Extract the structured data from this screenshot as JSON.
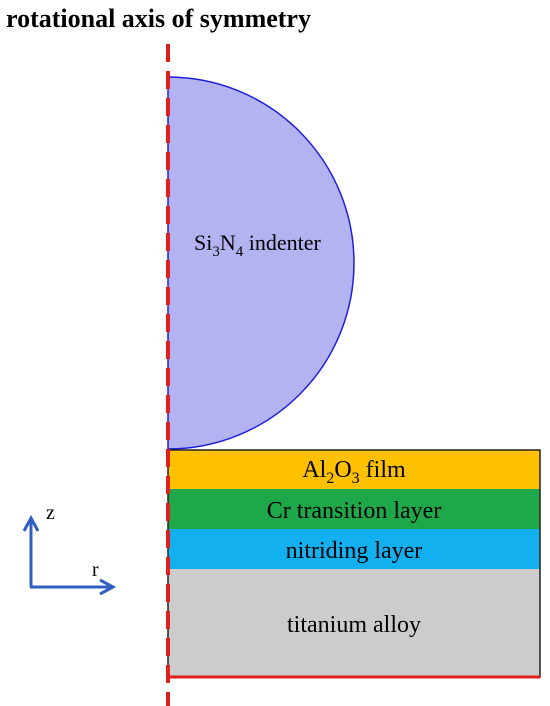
{
  "title": "rotational axis of symmetry",
  "indenter": {
    "label_main": "Si",
    "label_sub1": "3",
    "label_mid": "N",
    "label_sub2": "4",
    "label_tail": " indenter",
    "fill": "#b3b3f2",
    "stroke": "#1f1fdc"
  },
  "layers": [
    {
      "id": "film",
      "main": "Al",
      "sub1": "2",
      "mid": "O",
      "sub2": "3",
      "tail": " film",
      "color": "#ffc000"
    },
    {
      "id": "cr",
      "text": "Cr transition layer",
      "color": "#1fa84a"
    },
    {
      "id": "nitriding",
      "text": "nitriding layer",
      "color": "#12b0ef"
    },
    {
      "id": "substrate",
      "text": "titanium alloy",
      "color": "#cccccc"
    }
  ],
  "axes": {
    "z_label": "z",
    "r_label": "r",
    "color": "#2f5fbf"
  },
  "axis_line_color": "#e0201c"
}
